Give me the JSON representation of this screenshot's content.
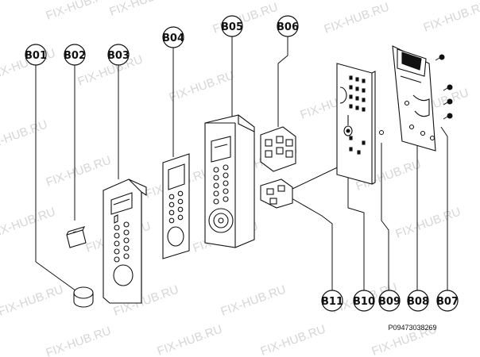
{
  "watermark": "FIX-HUB.RU",
  "part_number": "P09473038269",
  "callouts": {
    "b01": "B01",
    "b02": "B02",
    "b03": "B03",
    "b04": "B04",
    "b05": "B05",
    "b06": "B06",
    "b07": "B07",
    "b08": "B08",
    "b09": "B09",
    "b10": "B10",
    "b11": "B11"
  },
  "colors": {
    "line": "#111111",
    "watermark": "#d6d6d6",
    "bubble_fill": "#ffffff"
  }
}
